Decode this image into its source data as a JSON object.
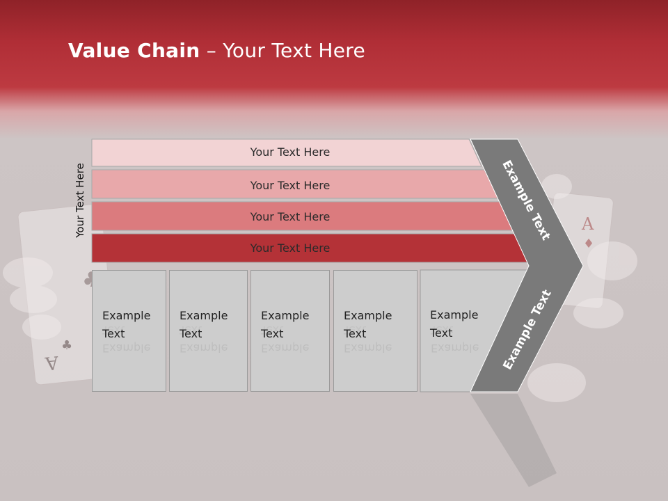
{
  "slide": {
    "title_bold": "Value Chain",
    "title_rest": " – Your Text Here",
    "side_label": "Your Text Here"
  },
  "bands": [
    {
      "label": "Your Text Here",
      "color": "#f2d3d4"
    },
    {
      "label": "Your Text Here",
      "color": "#e8a8aa"
    },
    {
      "label": "Your Text Here",
      "color": "#db7b7e"
    },
    {
      "label": "Your Text Here",
      "color": "#b43237"
    }
  ],
  "columns": [
    {
      "label": "Example Text"
    },
    {
      "label": "Example Text"
    },
    {
      "label": "Example Text"
    },
    {
      "label": "Example Text"
    },
    {
      "label": "Example Text"
    }
  ],
  "chevron": {
    "upper_label": "Example Text",
    "lower_label": "Example Text",
    "color": "#7a7a7a"
  }
}
